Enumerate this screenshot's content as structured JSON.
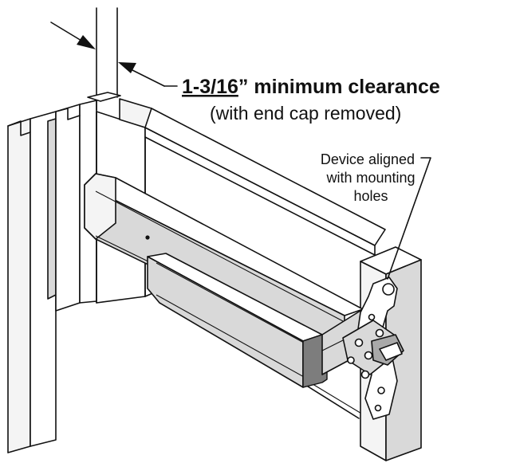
{
  "labels": {
    "clearance_value": "1-3/16",
    "clearance_rest": "” minimum clearance",
    "clearance_note": "(with end cap removed)",
    "callout_line1": "Device aligned",
    "callout_line2": "with mounting",
    "callout_line3": "holes"
  },
  "icons": {
    "dimension_arrows": "arrow-right-left-pair"
  },
  "colors": {
    "line": "#111111",
    "background": "#ffffff",
    "shade_light": "#f4f4f4",
    "shade_mid": "#d9d9d9",
    "shade_dark": "#a9a9a9"
  }
}
